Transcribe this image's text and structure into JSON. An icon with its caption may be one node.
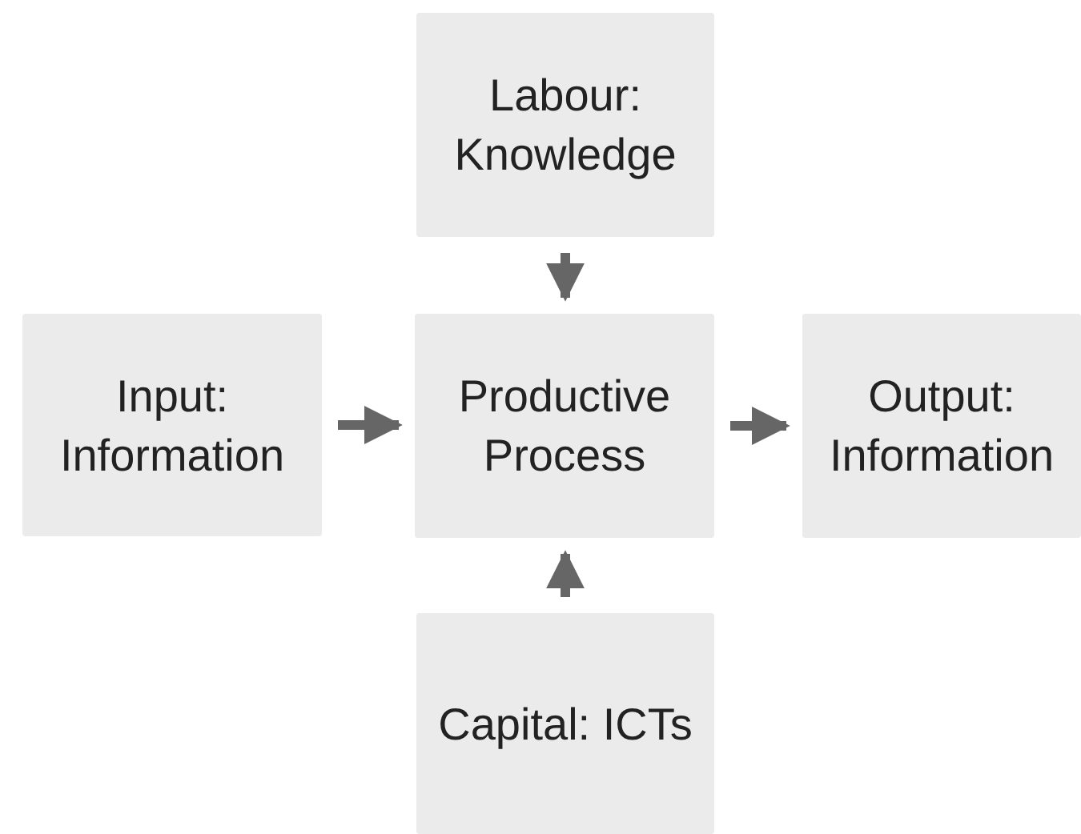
{
  "diagram": {
    "nodes": [
      {
        "text": [
          "Labour: Knowledge"
        ]
      },
      {
        "text": [
          "Input: Information"
        ]
      },
      {
        "text": [
          "Productive Process"
        ]
      },
      {
        "text": [
          "Output: Information"
        ]
      },
      {
        "text": [
          "Capital: ICTs"
        ]
      }
    ],
    "edges": [
      {
        "from": 0,
        "to": 2,
        "arrow": "to"
      },
      {
        "from": 1,
        "to": 2,
        "arrow": "to"
      },
      {
        "from": 2,
        "to": 3,
        "arrow": "to"
      },
      {
        "from": 4,
        "to": 2,
        "arrow": "to"
      }
    ]
  }
}
